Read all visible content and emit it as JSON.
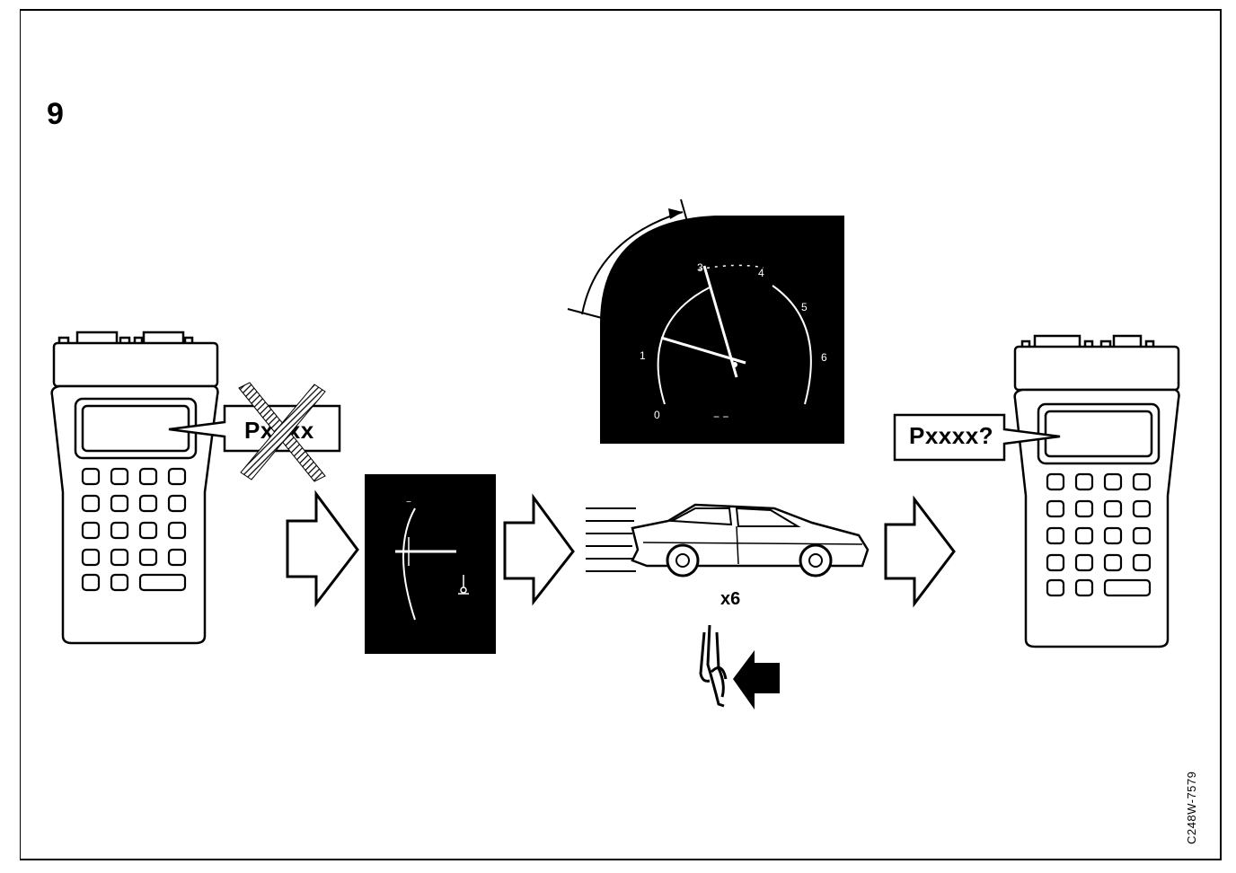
{
  "step_number": "9",
  "left_scanner_code": "Pxxxx",
  "right_scanner_code": "Pxxxx?",
  "repeat_count": "x6",
  "figure_id": "C248W-7579"
}
